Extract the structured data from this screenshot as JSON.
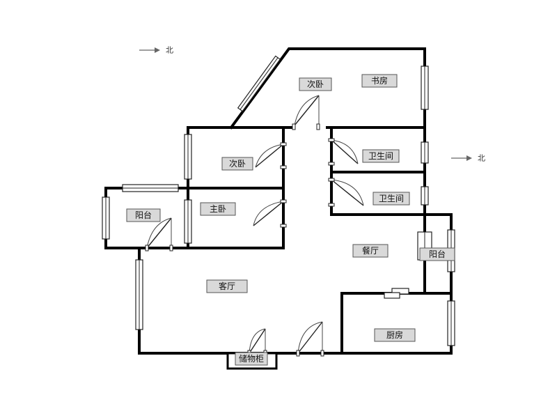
{
  "rooms": [
    {
      "id": "bedroom-2a",
      "label": "次卧"
    },
    {
      "id": "study",
      "label": "书房"
    },
    {
      "id": "bedroom-2b",
      "label": "次卧"
    },
    {
      "id": "bathroom-1",
      "label": "卫生间"
    },
    {
      "id": "bathroom-2",
      "label": "卫生间"
    },
    {
      "id": "balcony-west",
      "label": "阳台"
    },
    {
      "id": "master-bedroom",
      "label": "主卧"
    },
    {
      "id": "dining-room",
      "label": "餐厅"
    },
    {
      "id": "balcony-east",
      "label": "阳台"
    },
    {
      "id": "living-room",
      "label": "客厅"
    },
    {
      "id": "kitchen",
      "label": "厨房"
    },
    {
      "id": "storage",
      "label": "储物柜"
    }
  ],
  "north_indicators": [
    {
      "label": "北",
      "icon": "arrow-right-icon"
    },
    {
      "label": "北",
      "icon": "arrow-right-icon"
    }
  ]
}
